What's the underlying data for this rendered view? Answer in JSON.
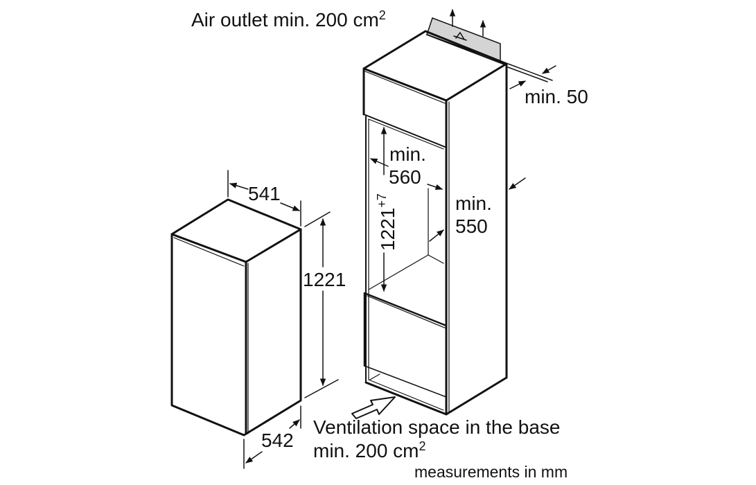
{
  "labels": {
    "air_outlet": "Air outlet min. 200 cm",
    "air_outlet_sup": "2",
    "gap_min_50": "min. 50",
    "niche_width_min": "min.",
    "niche_width_value": "560",
    "niche_height": "1221",
    "niche_height_sup": "+7",
    "niche_depth_min": "min.",
    "niche_depth_value": "550",
    "appliance_width": "541",
    "appliance_height": "1221",
    "appliance_depth": "542",
    "ventilation_line1": "Ventilation space in the base",
    "ventilation_line2": "min. 200 cm",
    "ventilation_sup": "2",
    "units_note": "measurements in mm"
  },
  "colors": {
    "line": "#111111",
    "vent_panel": "#d4d4d4"
  }
}
